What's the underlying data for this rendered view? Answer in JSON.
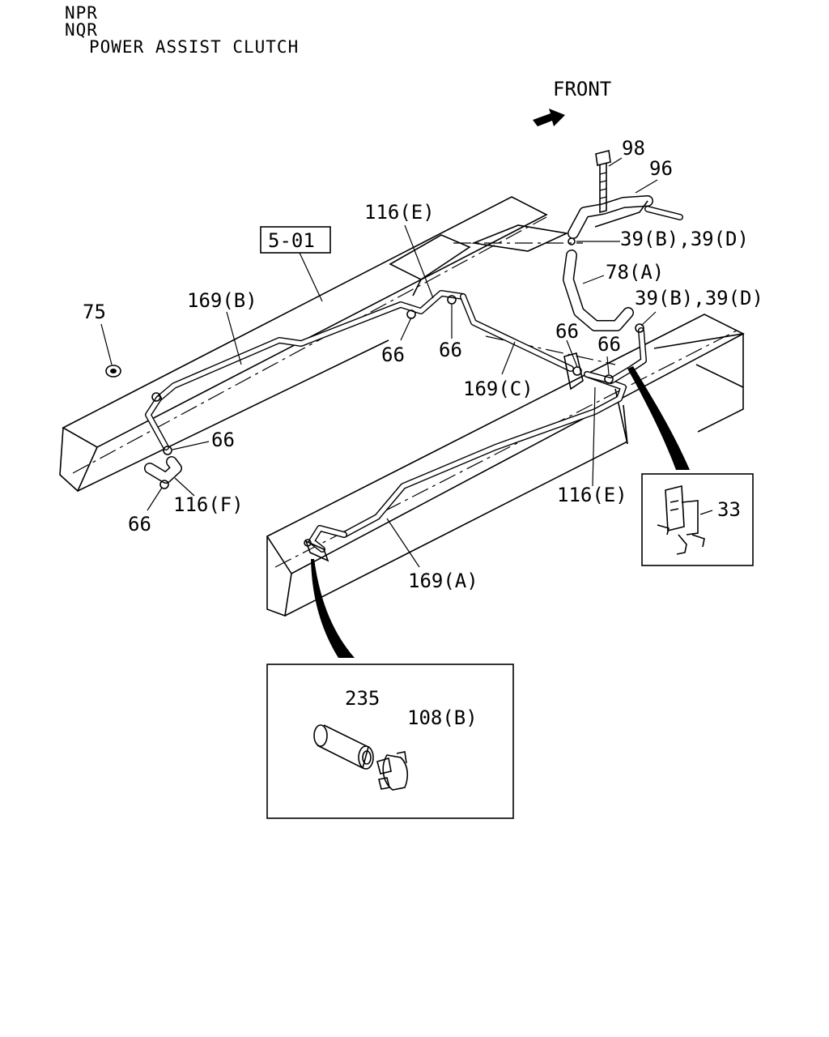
{
  "header": {
    "model_line_1": "NPR",
    "model_line_2": "NQR",
    "title": "POWER ASSIST CLUTCH"
  },
  "front_label": "FRONT",
  "ref_box": "5-01",
  "callouts": {
    "c98": "98",
    "c96": "96",
    "c39_upper": "39(B),39(D)",
    "c78a": "78(A)",
    "c39_lower": "39(B),39(D)",
    "c116e_top": "116(E)",
    "c75": "75",
    "c169b": "169(B)",
    "c66_a": "66",
    "c66_b": "66",
    "c66_c": "66",
    "c66_d": "66",
    "c169c": "169(C)",
    "c66_e": "66",
    "c116f": "116(F)",
    "c66_f": "66",
    "c116e_right": "116(E)",
    "c33": "33",
    "c169a": "169(A)",
    "c235": "235",
    "c108b": "108(B)"
  }
}
